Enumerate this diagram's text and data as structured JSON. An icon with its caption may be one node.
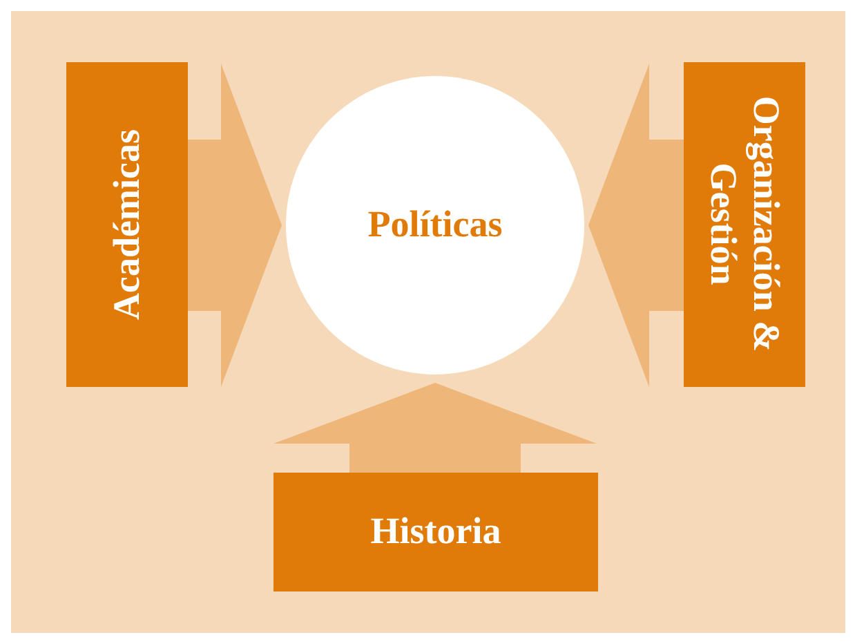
{
  "diagram": {
    "nodes": [
      {
        "text": [
          "Académicas"
        ]
      },
      {
        "text": [
          "Políticas"
        ]
      },
      {
        "text": [
          "Organización & Gestión"
        ]
      },
      {
        "text": [
          "Historia"
        ]
      }
    ],
    "edges": [
      {
        "from": 0,
        "to": 1,
        "arrow": "to"
      },
      {
        "from": 2,
        "to": 1,
        "arrow": "to"
      },
      {
        "from": 3,
        "to": 1,
        "arrow": "to"
      }
    ]
  }
}
